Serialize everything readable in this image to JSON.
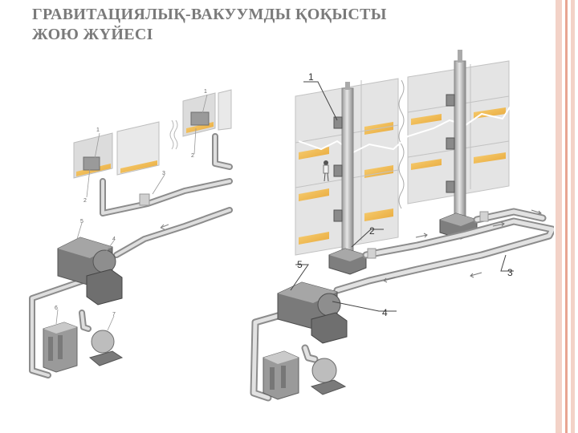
{
  "title": {
    "line1": "ГРАВИТАЦИЯЛЫҚ-ВАКУУМДЫ ҚОҚЫСТЫ",
    "line2": "ЖОЮ ЖҮЙЕСІ"
  },
  "colors": {
    "title": "#7a7a7a",
    "stripe_outer": "#f2c9bd",
    "stripe_inner": "#e8a592",
    "pipe": "#c9c9c9",
    "pipe_edge": "#8c8c8c",
    "floor": "#f0b84a",
    "machine": "#8a8a8a"
  },
  "left_diagram": {
    "labels": [
      "1",
      "1",
      "2",
      "2",
      "3",
      "4",
      "5",
      "6",
      "7"
    ]
  },
  "right_diagram": {
    "labels": [
      "1",
      "2",
      "3",
      "4",
      "5"
    ]
  }
}
